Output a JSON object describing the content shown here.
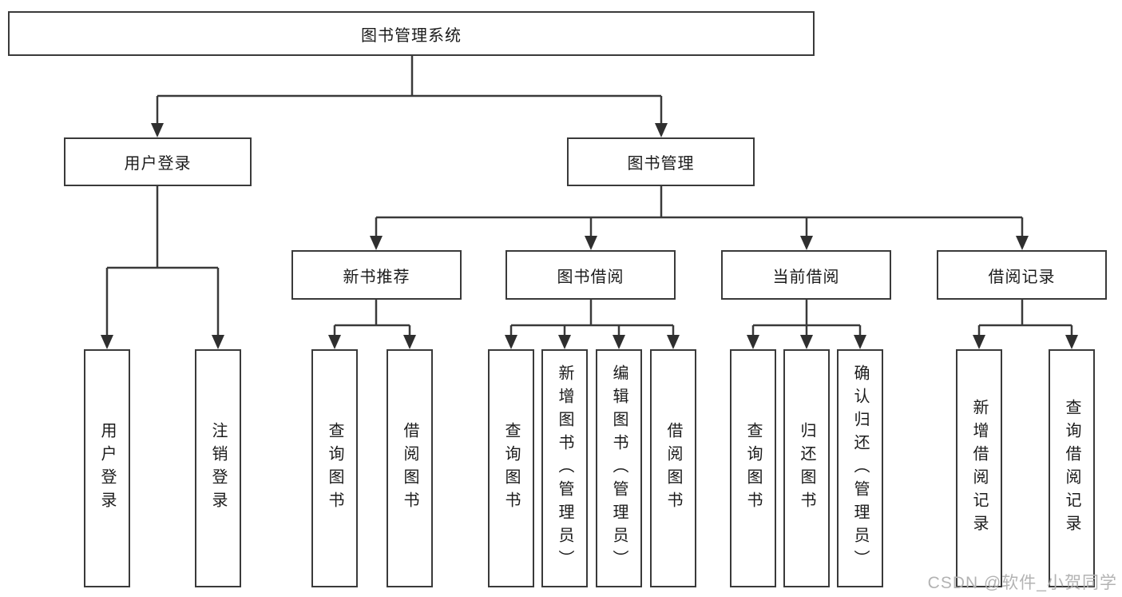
{
  "colors": {
    "background": "#ffffff",
    "line": "#3a3a3a",
    "box_border": "#3a3a3a",
    "text": "#1b1b1b",
    "watermark": "#b3b3b3"
  },
  "tree": {
    "root": {
      "label": "图书管理系统"
    },
    "level1": [
      {
        "label": "用户登录",
        "children": [
          {
            "label": "用户登录"
          },
          {
            "label": "注销登录"
          }
        ]
      },
      {
        "label": "图书管理",
        "children": [
          {
            "label": "新书推荐",
            "children": [
              {
                "label": "查询图书"
              },
              {
                "label": "借阅图书"
              }
            ]
          },
          {
            "label": "图书借阅",
            "children": [
              {
                "label": "查询图书"
              },
              {
                "label": "新增图书（管理员）"
              },
              {
                "label": "编辑图书（管理员）"
              },
              {
                "label": "借阅图书"
              }
            ]
          },
          {
            "label": "当前借阅",
            "children": [
              {
                "label": "查询图书"
              },
              {
                "label": "归还图书"
              },
              {
                "label": "确认归还（管理员）"
              }
            ]
          },
          {
            "label": "借阅记录",
            "children": [
              {
                "label": "新增借阅记录"
              },
              {
                "label": "查询借阅记录"
              }
            ]
          }
        ]
      }
    ]
  },
  "watermark": {
    "text": "CSDN @软件_小贺同学"
  }
}
